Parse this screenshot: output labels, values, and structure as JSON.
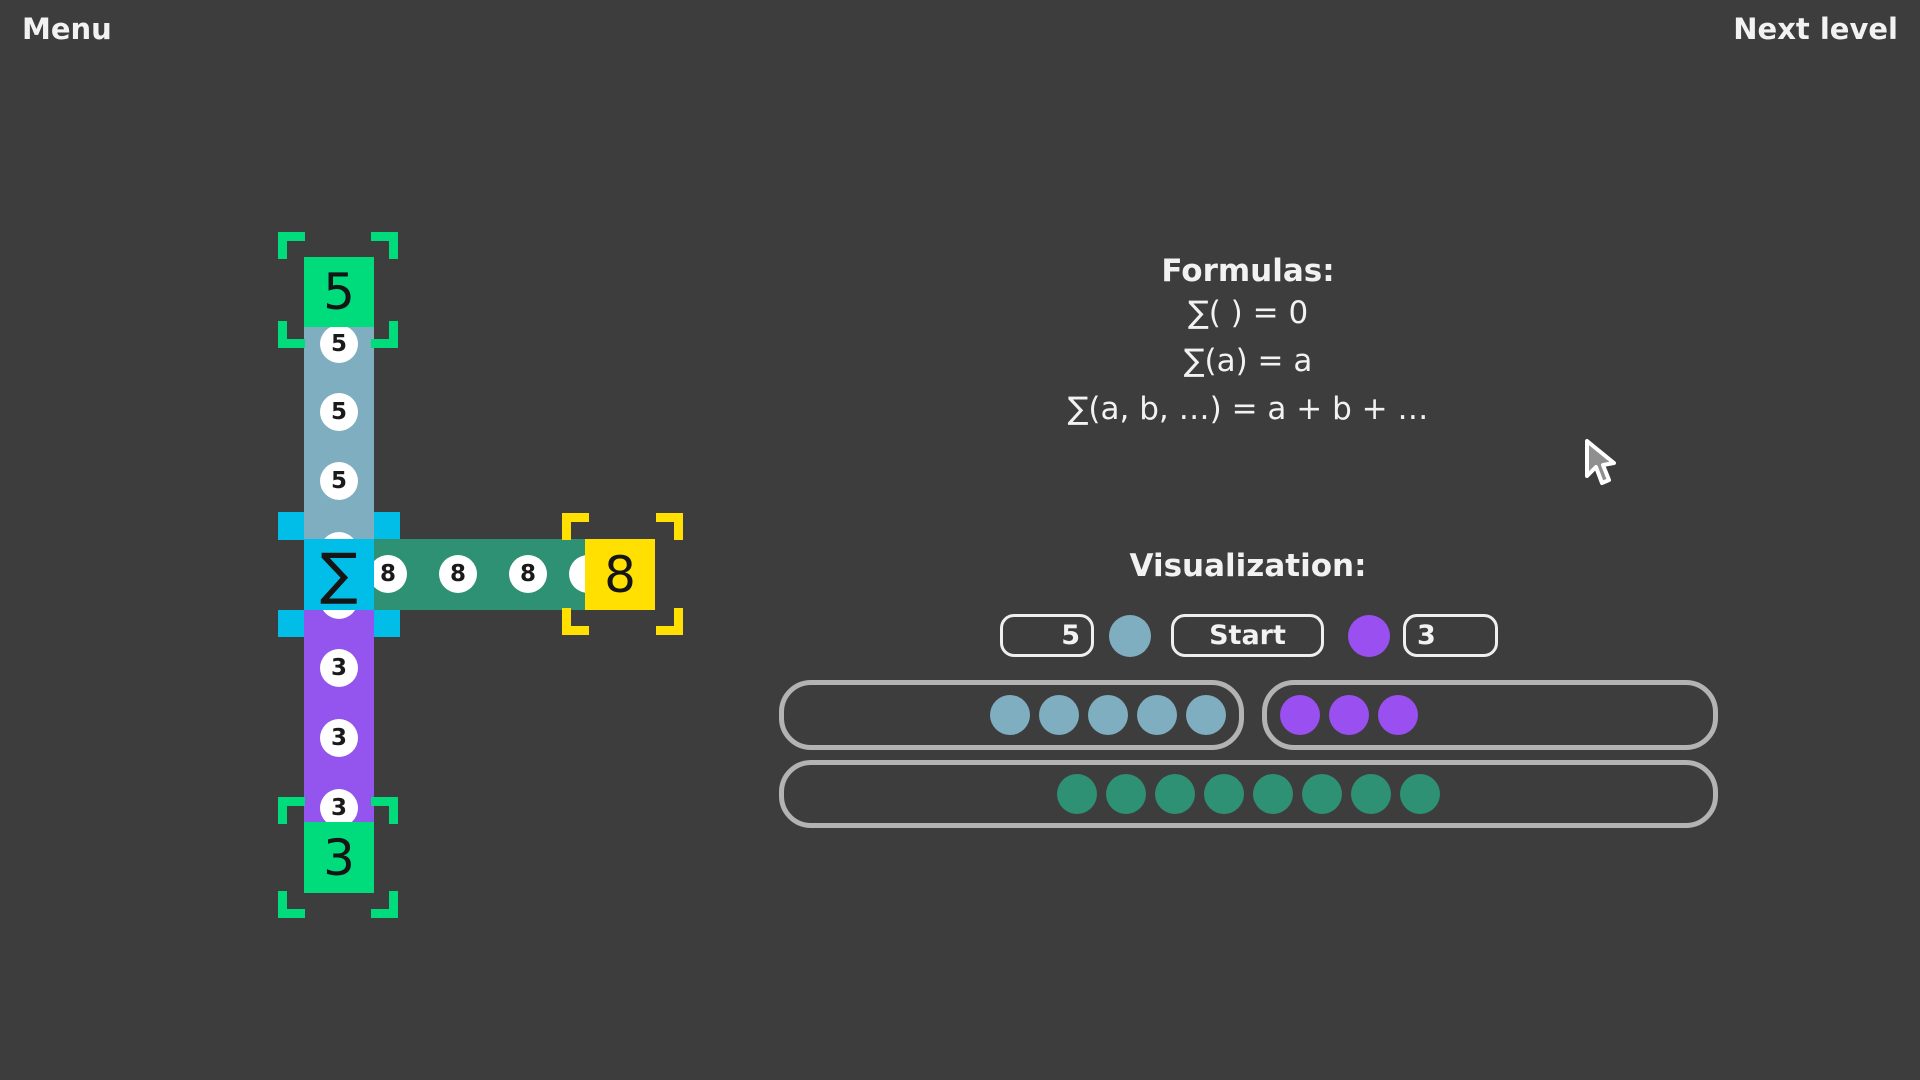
{
  "header": {
    "menu_label": "Menu",
    "next_level_label": "Next level"
  },
  "board": {
    "sum_symbol": "∑",
    "source_top": {
      "value": "5"
    },
    "source_bottom": {
      "value": "3"
    },
    "target": {
      "value": "8"
    },
    "top_column_dots": [
      "5",
      "5",
      "5"
    ],
    "row_dots": [
      "8",
      "8",
      "8"
    ],
    "bottom_column_dots": [
      "3",
      "3",
      "3"
    ]
  },
  "formulas": {
    "title": "Formulas:",
    "lines": [
      "∑( ) = 0",
      "∑(a) = a",
      "∑(a, b, …) = a + b + …"
    ]
  },
  "visualization": {
    "title": "Visualization:",
    "left_input_value": "5",
    "start_button_label": "Start",
    "right_input_value": "3",
    "trays": {
      "left": {
        "count": 5,
        "color": "steel"
      },
      "right": {
        "count": 3,
        "color": "purple"
      },
      "sum": {
        "count": 8,
        "color": "teal"
      }
    }
  },
  "colors": {
    "background": "#3D3D3D",
    "green": "#00DC7C",
    "cyan": "#00BEE8",
    "steel_blue": "#7FAEC1",
    "teal": "#2E9173",
    "purple": "#9355EE",
    "yellow": "#FFE000",
    "tray_border": "#B3B3B3",
    "control_border": "#EFEFEF",
    "text": "#F2F2F2"
  }
}
